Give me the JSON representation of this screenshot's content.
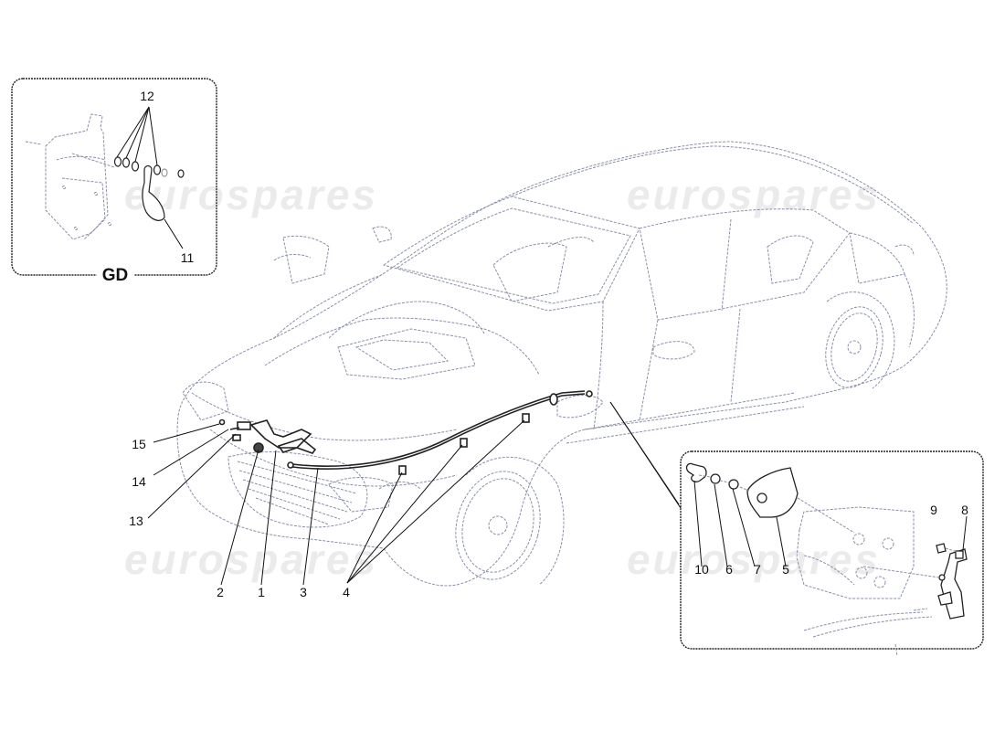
{
  "diagram": {
    "type": "exploded-parts-diagram",
    "subject": "bonnet opening cable and release mechanism",
    "watermark_text": "eurospares",
    "main_callouts": [
      {
        "id": "1",
        "label": "1"
      },
      {
        "id": "2",
        "label": "2"
      },
      {
        "id": "3",
        "label": "3"
      },
      {
        "id": "4",
        "label": "4"
      },
      {
        "id": "13",
        "label": "13"
      },
      {
        "id": "14",
        "label": "14"
      },
      {
        "id": "15",
        "label": "15"
      }
    ],
    "inset_gd": {
      "title": "GD",
      "callouts": [
        {
          "id": "12",
          "label": "12"
        },
        {
          "id": "11",
          "label": "11"
        }
      ]
    },
    "inset_handle": {
      "callouts": [
        {
          "id": "10",
          "label": "10"
        },
        {
          "id": "6",
          "label": "6"
        },
        {
          "id": "7",
          "label": "7"
        },
        {
          "id": "5",
          "label": "5"
        },
        {
          "id": "9",
          "label": "9"
        },
        {
          "id": "8",
          "label": "8"
        }
      ]
    }
  }
}
